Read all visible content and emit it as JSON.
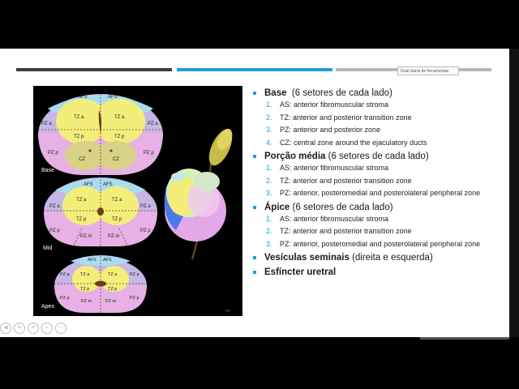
{
  "toolbar_tooltip": "Fixar barra de ferramentas",
  "figure": {
    "base_label": "Base",
    "mid_label": "Mid",
    "apex_label": "Apex",
    "zones": {
      "afs": "AFS",
      "tza": "TZ a",
      "tzp": "TZ p",
      "pza": "PZ a",
      "pzp": "PZ p",
      "pzm": "PZ m",
      "cz": "CZ"
    },
    "colors": {
      "afs": "#a7dcef",
      "tz": "#f3ee7a",
      "pz": "#c7b8e8",
      "pzp": "#e8b2e6",
      "cz": "#d6d184",
      "gland_green": "#b6e6a0"
    }
  },
  "sections": [
    {
      "title": "Base",
      "suffix": "(6 setores de cada lado)",
      "items": [
        {
          "num": "1.",
          "text": "AS: anterior fibromuscular stroma"
        },
        {
          "num": "2.",
          "text": "TZ: anterior and posterior transition zone"
        },
        {
          "num": "3.",
          "text": "PZ: anterior and posterior zone"
        },
        {
          "num": "4.",
          "text": "CZ: central zone around the ejaculatory ducts"
        }
      ]
    },
    {
      "title": "Porção média",
      "suffix": "(6 setores de cada lado)",
      "items": [
        {
          "num": "1.",
          "text": "AS: anterior fibromuscular stroma"
        },
        {
          "num": "2.",
          "text": "TZ: anterior and posterior transition zone"
        },
        {
          "num": "3.",
          "text": "PZ: anterior, posteromedial and posterolateral peripheral zone"
        }
      ]
    },
    {
      "title": "Ápice",
      "suffix": "(6 setores de cada lado)",
      "items": [
        {
          "num": "1.",
          "text": "AS: anterior fibromuscular stroma"
        },
        {
          "num": "2.",
          "text": "TZ: anterior and posterior transition zone"
        },
        {
          "num": "3.",
          "text": "PZ: anterior, posteromedial and posterolateral peripheral zone"
        }
      ]
    },
    {
      "title": "Vesículas seminais",
      "suffix": "(direita e esquerda)",
      "items": []
    },
    {
      "title": "Esfíncter uretral",
      "suffix": "",
      "items": []
    }
  ],
  "slide_tools": [
    "arrow-icon",
    "pen-icon",
    "highlighter-icon",
    "zoom-icon",
    "more-icon"
  ]
}
